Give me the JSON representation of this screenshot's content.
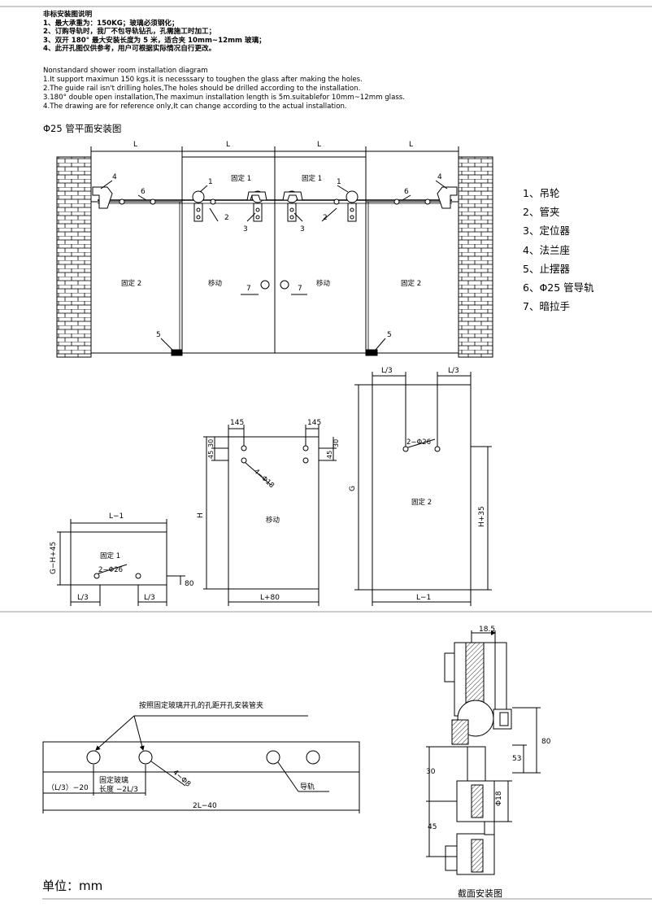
{
  "notes": {
    "heading": "非标安装图说明",
    "items": [
      "1、最大承重为：150KG；玻璃必须钢化；",
      "2、订购导轨时，我厂不包导轨钻孔，孔需施工时加工；",
      "3、双开 180° 最大安装长度为 5 米，适合夹 10mm~12mm 玻璃；",
      "4、此开孔图仅供参考，用户可根据实际情况自行更改。"
    ]
  },
  "english": {
    "heading": "Nonstandard shower room installation diagram",
    "items": [
      "1.It support maximun 150 kgs.it is necesssary to toughen the glass after making the holes.",
      "2.The guide rail isn't drilling holes,The holes should be drilled according to the installation.",
      "3.180°   double open installation,The maximun installation length is 5m.suitablefor 10mm~12mm glass.",
      "4.The drawing are for reference only,It can change according to the actual installation."
    ]
  },
  "plan": {
    "title": "Φ25 管平面安装图",
    "dim_L": "L",
    "fixed_1": "固定 1",
    "fixed_2": "固定 2",
    "moving": "移动",
    "callouts": [
      "1",
      "2",
      "3",
      "4",
      "5",
      "6",
      "7"
    ]
  },
  "legend": [
    "1、吊轮",
    "2、管夹",
    "3、定位器",
    "4、法兰座",
    "5、止摆器",
    "6、Φ25 管导轨",
    "7、暗拉手"
  ],
  "panels": {
    "fixed1": {
      "label": "固定 1",
      "width": "L−1",
      "height": "G−H+45",
      "holes": "2−Φ26",
      "offset_left": "L/3",
      "offset_right": "L/3",
      "bottom": "80"
    },
    "moving": {
      "label": "移动",
      "width": "L+80",
      "height": "H",
      "holes": "4−Φ18",
      "edge_left": "145",
      "edge_right": "145",
      "v30": "30",
      "v45": "45"
    },
    "fixed2": {
      "label": "固定 2",
      "width": "L−1",
      "height": "G",
      "height2": "H+35",
      "holes": "2−Φ26",
      "top_left": "L/3",
      "top_right": "L/3"
    }
  },
  "rail": {
    "note": "按照固定玻璃开孔的孔距开孔安装管夹",
    "dim_a": "（L/3）−20",
    "dim_b1": "固定玻璃",
    "dim_b2": "长度 −2L/3",
    "holes": "4−Φ8",
    "total": "2L−40",
    "label": "导轨"
  },
  "section": {
    "caption": "截面安装图",
    "d185": "18.5",
    "d80": "80",
    "d53": "53",
    "d30": "30",
    "d18": "Φ18",
    "d45": "45"
  },
  "unit": "单位：mm"
}
